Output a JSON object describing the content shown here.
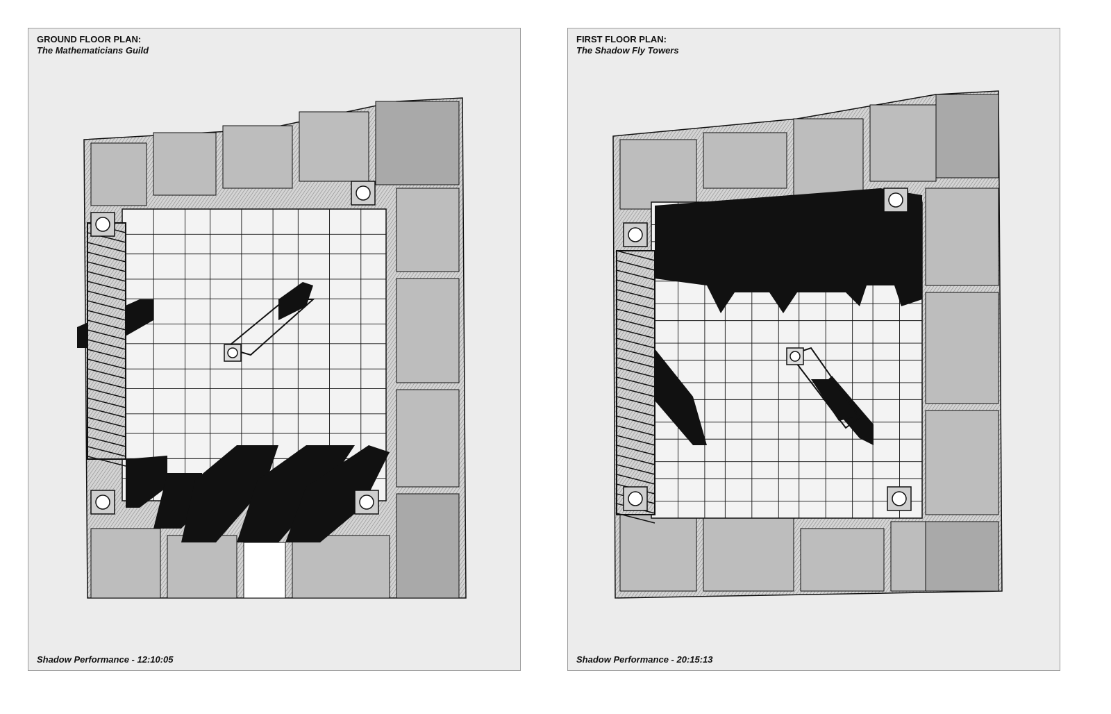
{
  "panels": [
    {
      "title": "GROUND FLOOR PLAN:",
      "subtitle": "The Mathematicians Guild",
      "footer": "Shadow Performance - 12:10:05"
    },
    {
      "title": "FIRST FLOOR PLAN:",
      "subtitle": "The Shadow Fly Towers",
      "footer": "Shadow Performance - 20:15:13"
    }
  ],
  "colors": {
    "ink": "#111111",
    "paper": "#ececec",
    "hatch": "#8a8a8a"
  }
}
